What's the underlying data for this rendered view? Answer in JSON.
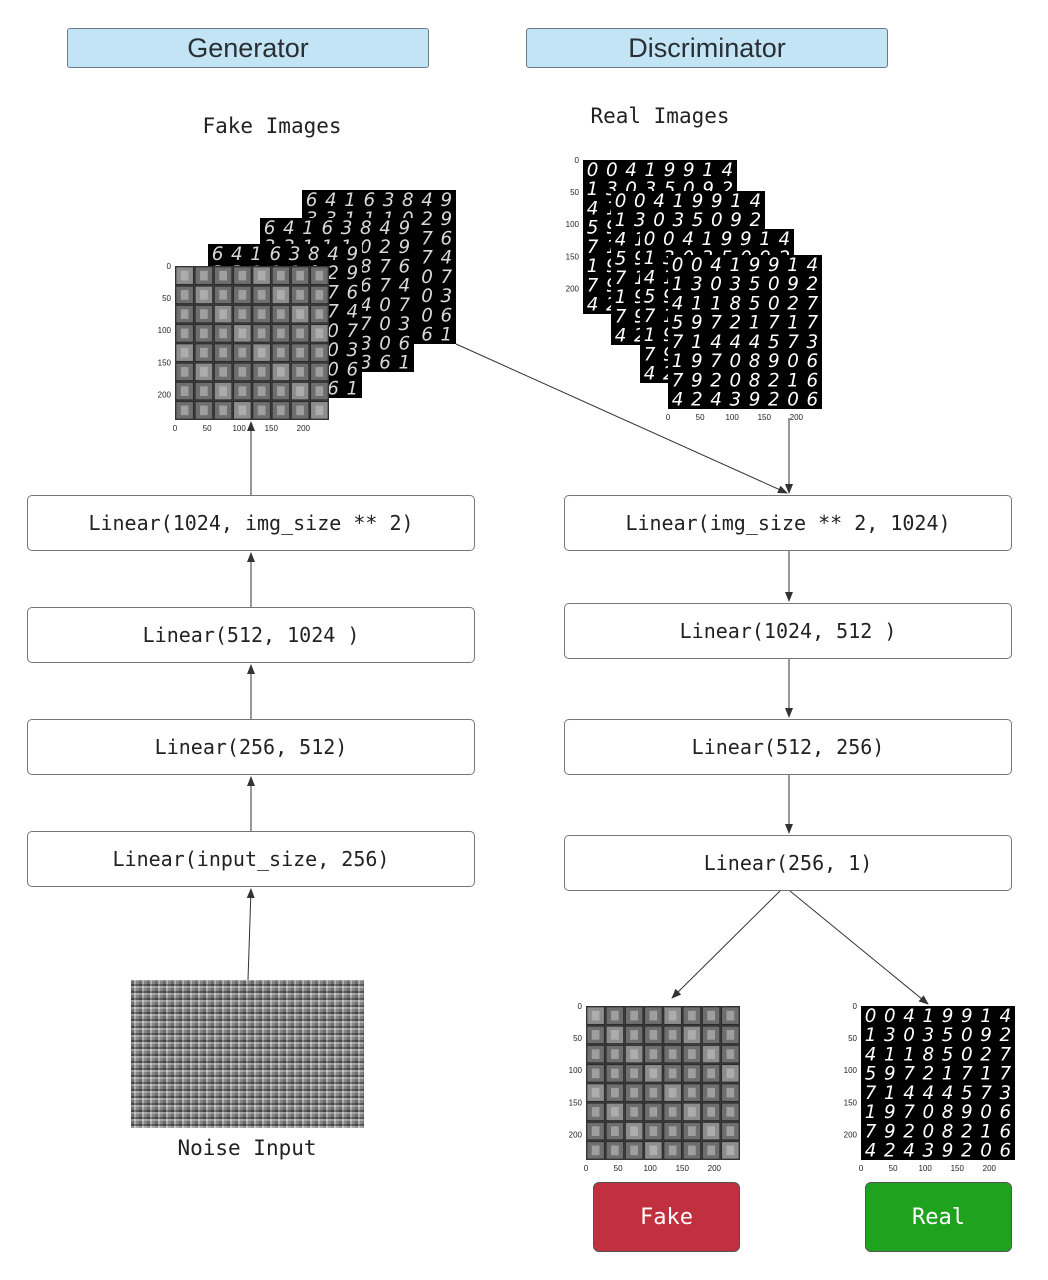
{
  "generator": {
    "header": "Generator",
    "fake_images_caption": "Fake Images",
    "layers": [
      "Linear(input_size, 256)",
      "Linear(256, 512)",
      "Linear(512, 1024 )",
      "Linear(1024, img_size ** 2)"
    ],
    "noise_caption": "Noise Input"
  },
  "discriminator": {
    "header": "Discriminator",
    "real_images_caption": "Real Images",
    "layers": [
      "Linear(img_size ** 2, 1024)",
      "Linear(1024, 512 )",
      "Linear(512, 256)",
      "Linear(256, 1)"
    ]
  },
  "outputs": {
    "fake_label": "Fake",
    "real_label": "Real",
    "fake_color": "#c1303f",
    "real_color": "#1fa31f"
  },
  "plot_axes": {
    "y_ticks": [
      "0",
      "50",
      "100",
      "150",
      "200"
    ],
    "x_ticks": [
      "0",
      "50",
      "100",
      "150",
      "200"
    ]
  },
  "digit_rows": [
    "00419914",
    "13035092",
    "41185027",
    "59721717",
    "71444573",
    "19708906",
    "79208216",
    "42439206"
  ],
  "fake_digit_rows": [
    "64163849",
    "33111029",
    "36110876",
    "11845674",
    "29483407",
    "78785703",
    "35374306",
    "50181361"
  ]
}
